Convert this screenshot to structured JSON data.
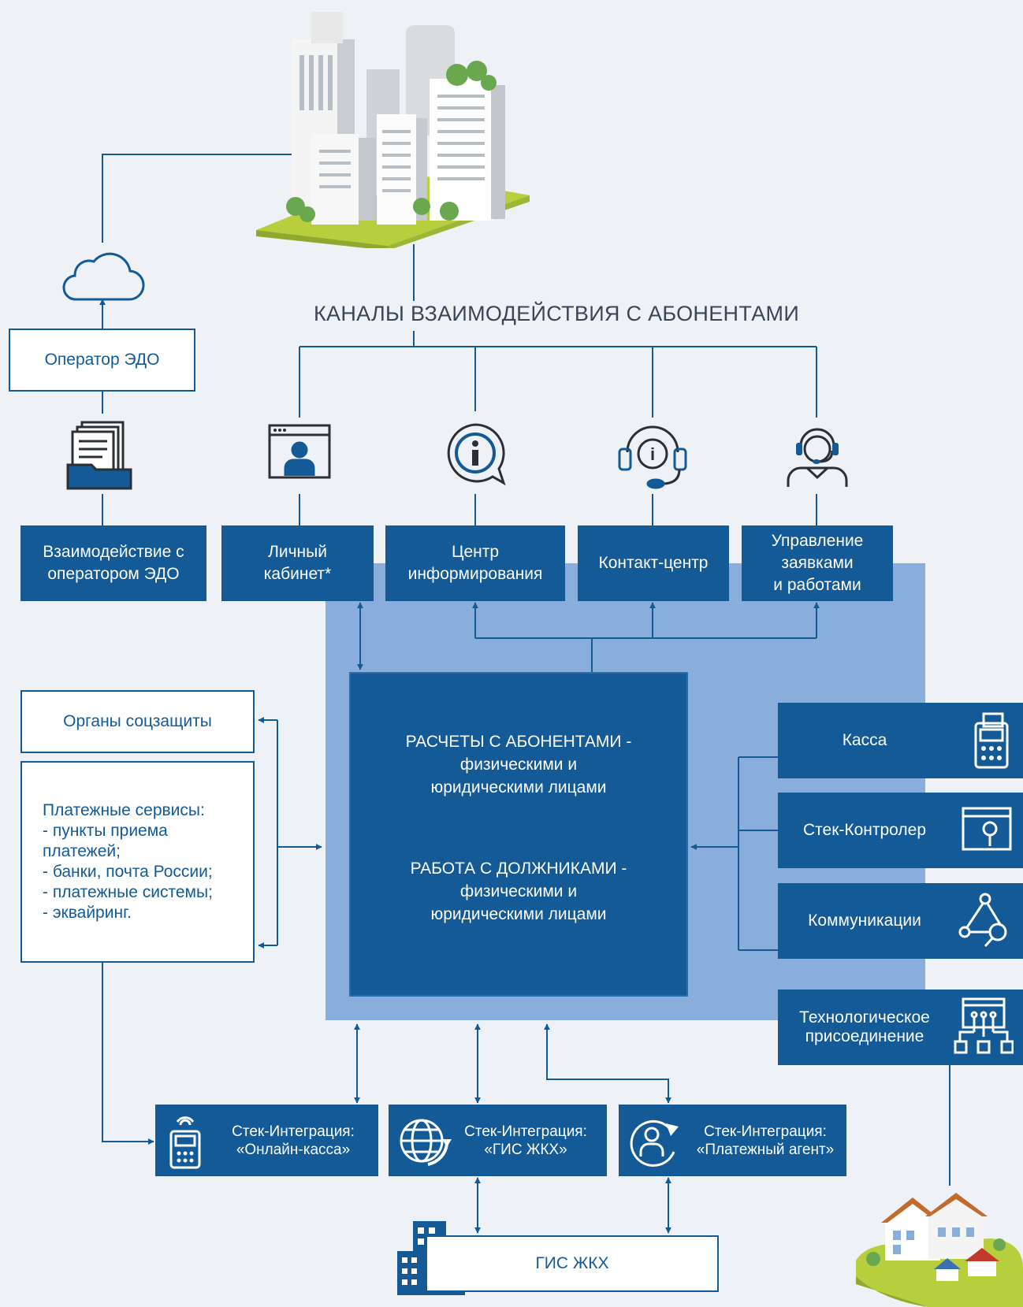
{
  "heading": "КАНАЛЫ ВЗАИМОДЕЙСТВИЯ С АБОНЕНТАМИ",
  "edo": {
    "operator": "Оператор ЭДО",
    "interaction": "Взаимодействие с\nоператором ЭДО"
  },
  "channels": [
    {
      "label": "Личный\nкабинет*",
      "icon": "user-window-icon"
    },
    {
      "label": "Центр\nинформирования",
      "icon": "info-bubble-icon"
    },
    {
      "label": "Контакт-центр",
      "icon": "headset-info-icon"
    },
    {
      "label": "Управление\nзаявками\nи работами",
      "icon": "operator-headset-icon"
    }
  ],
  "left": {
    "social": "Органы соцзащиты",
    "payments": "Платежные сервисы:\n- пункты приема\nплатежей;\n- банки, почта России;\n- платежные системы;\n- эквайринг."
  },
  "center": {
    "block1": "РАСЧЕТЫ С АБОНЕНТАМИ -\nфизическими и\nюридическими лицами",
    "block2": "РАБОТА С ДОЛЖНИКАМИ -\nфизическими и\nюридическими лицами"
  },
  "right": [
    {
      "label": "Касса",
      "icon": "cash-register-icon"
    },
    {
      "label": "Стек-Контролер",
      "icon": "inspect-window-icon"
    },
    {
      "label": "Коммуникации",
      "icon": "network-search-icon"
    },
    {
      "label": "Технологическое\nприсоединение",
      "icon": "connection-schema-icon"
    }
  ],
  "integrations": [
    {
      "label": "Стек-Интеграция:\n«Онлайн-касса»",
      "icon": "online-cash-icon"
    },
    {
      "label": "Стек-Интеграция:\n«ГИС ЖКХ»",
      "icon": "globe-arrow-icon"
    },
    {
      "label": "Стек-Интеграция:\n«Платежный агент»",
      "icon": "person-arrow-icon"
    }
  ],
  "gis": "ГИС ЖКХ",
  "colors": {
    "dark_blue": "#135a96",
    "light_panel": "#8aaedb",
    "background": "#eef1f5",
    "heading_text": "#3a4656",
    "grass": "#b7cf3d"
  }
}
